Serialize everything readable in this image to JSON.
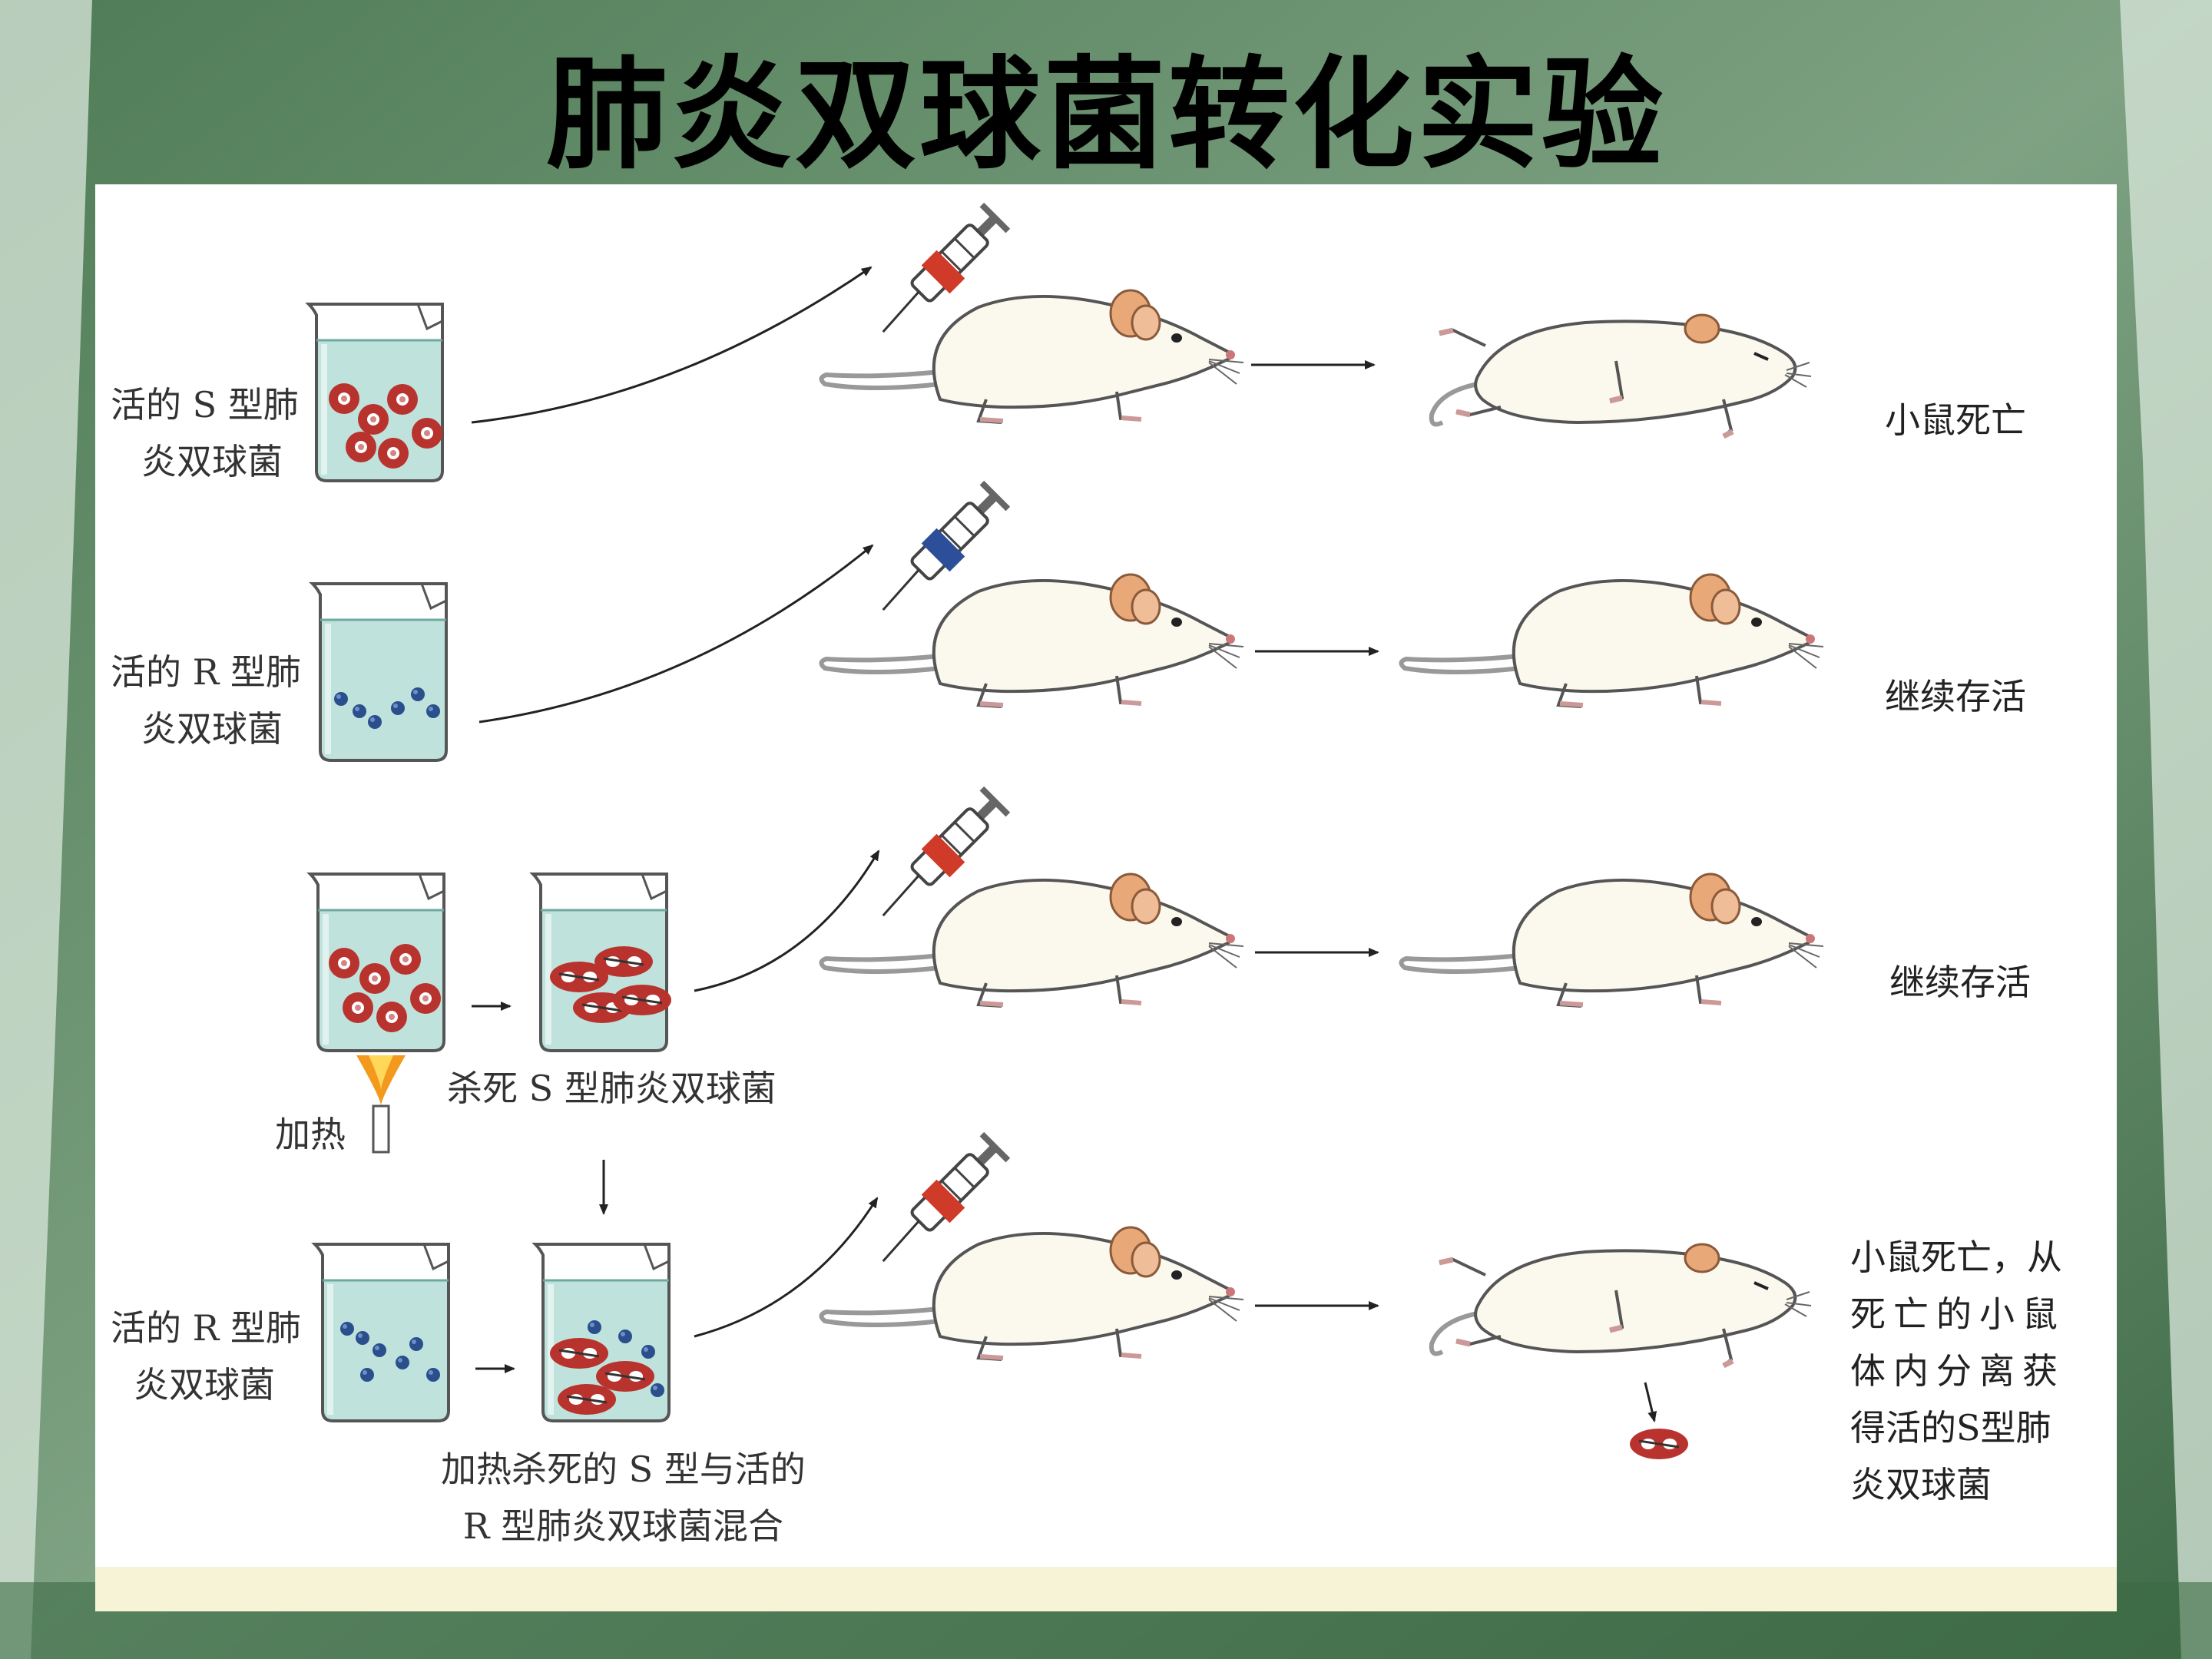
{
  "slide": {
    "title": "肺炎双球菌转化实验"
  },
  "rows": [
    {
      "beaker_label": "活的 S 型肺炎双球菌",
      "beaker_label_lines": [
        "活的 S 型肺",
        "炎双球菌"
      ],
      "result": "小鼠死亡"
    },
    {
      "beaker_label": "活的 R 型肺炎双球菌",
      "beaker_label_lines": [
        "活的 R 型肺",
        "炎双球菌"
      ],
      "result": "继续存活"
    },
    {
      "heat_label": "加热",
      "process_label": "杀死 S 型肺炎双球菌",
      "result": "继续存活"
    },
    {
      "beaker_label": "活的 R 型肺炎双球菌",
      "beaker_label_lines": [
        "活的 R 型肺",
        "炎双球菌"
      ],
      "mix_label_lines": [
        "加热杀死的 S 型与活的",
        "R 型肺炎双球菌混合"
      ],
      "result_lines": [
        "小鼠死亡，从",
        "死亡的小鼠",
        "体内分离获",
        "得活的S型肺",
        "炎双球菌"
      ]
    }
  ],
  "colors": {
    "frame": "#5f8a64",
    "liquid": "#bfe3dc",
    "s_bacteria": "#b8332e",
    "r_bacteria": "#2b4f8c",
    "syringe_red": "#d03a28",
    "syringe_blue": "#2d4f9a",
    "mouse_ear": "#e8a878",
    "flame": "#f39a1e"
  }
}
